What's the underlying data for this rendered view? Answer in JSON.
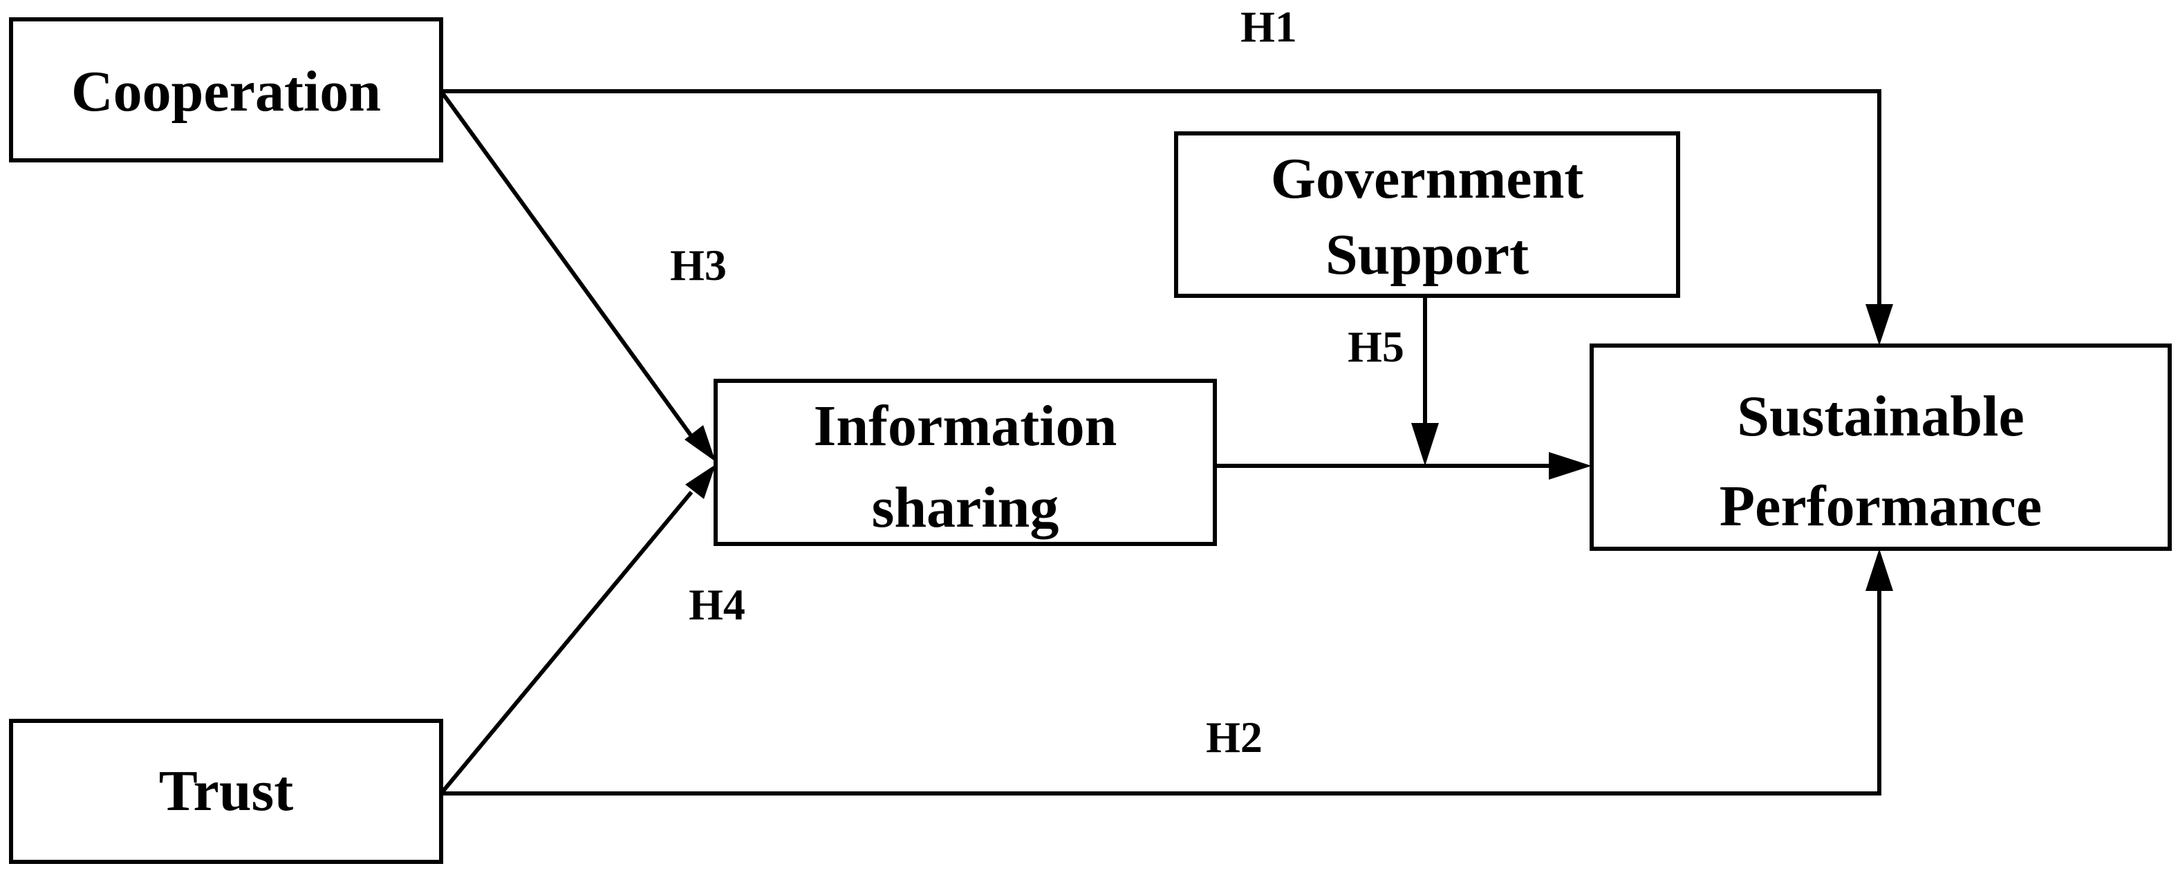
{
  "nodes": {
    "cooperation": {
      "label": "Cooperation"
    },
    "trust": {
      "label": "Trust"
    },
    "information_sharing": {
      "line1": "Information",
      "line2": "sharing"
    },
    "government_support": {
      "line1": "Government",
      "line2": "Support"
    },
    "sustainable_performance": {
      "line1": "Sustainable",
      "line2": "Performance"
    }
  },
  "hypotheses": {
    "h1": "H1",
    "h2": "H2",
    "h3": "H3",
    "h4": "H4",
    "h5": "H5"
  },
  "edges": [
    {
      "id": "h1",
      "from": "Cooperation",
      "to": "Sustainable Performance"
    },
    {
      "id": "h2",
      "from": "Trust",
      "to": "Sustainable Performance"
    },
    {
      "id": "h3",
      "from": "Cooperation",
      "to": "Information sharing"
    },
    {
      "id": "h4",
      "from": "Trust",
      "to": "Information sharing"
    },
    {
      "id": "h5",
      "from": "Government Support",
      "to": "Information sharing → Sustainable Performance"
    }
  ]
}
